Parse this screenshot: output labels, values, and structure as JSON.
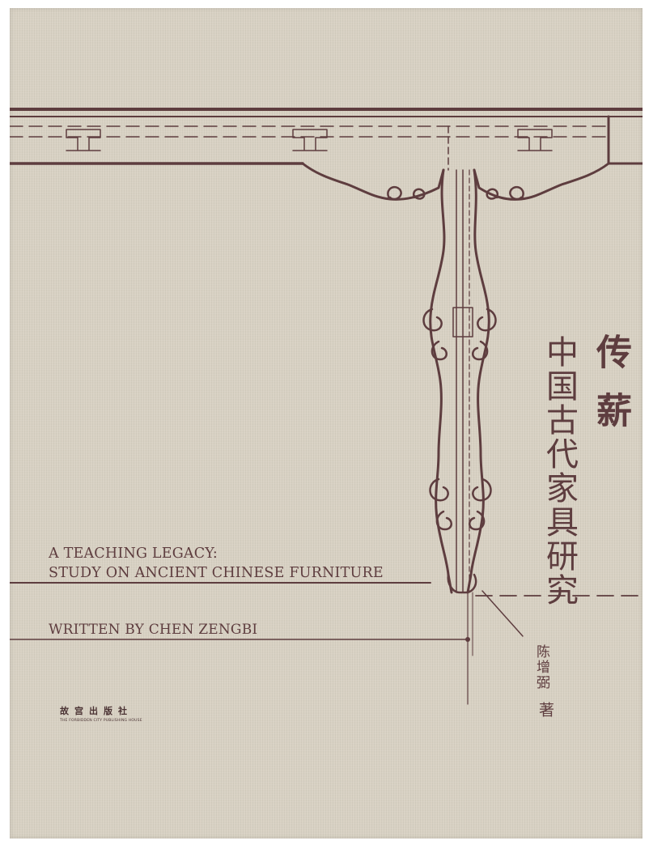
{
  "book": {
    "title_cn": "传薪",
    "subtitle_cn": "中国古代家具研究",
    "title_en_line1": "A TEACHING LEGACY:",
    "title_en_line2": "STUDY ON ANCIENT CHINESE FURNITURE",
    "author_en": "WRITTEN BY CHEN ZENGBI",
    "author_cn": "陈增弼",
    "author_role_cn": "著",
    "publisher_cn": "故宫出版社",
    "publisher_en": "THE FORBIDDEN CITY PUBLISHING HOUSE"
  },
  "colors": {
    "cloth": "#d8d1c3",
    "ink": "#5e3d3f"
  }
}
